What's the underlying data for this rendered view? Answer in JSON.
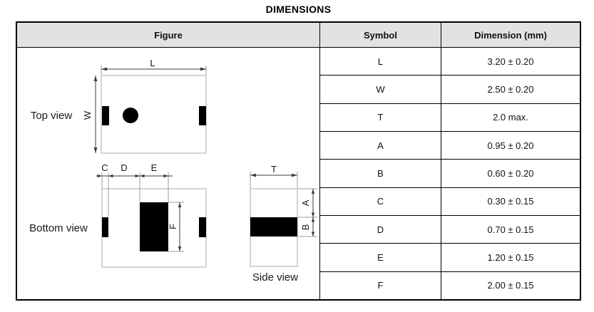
{
  "title": "DIMENSIONS",
  "table": {
    "headers": {
      "figure": "Figure",
      "symbol": "Symbol",
      "dimension": "Dimension (mm)"
    },
    "rows": [
      {
        "symbol": "L",
        "dimension": "3.20 ± 0.20"
      },
      {
        "symbol": "W",
        "dimension": "2.50 ± 0.20"
      },
      {
        "symbol": "T",
        "dimension": "2.0 max."
      },
      {
        "symbol": "A",
        "dimension": "0.95 ± 0.20"
      },
      {
        "symbol": "B",
        "dimension": "0.60 ± 0.20"
      },
      {
        "symbol": "C",
        "dimension": "0.30 ± 0.15"
      },
      {
        "symbol": "D",
        "dimension": "0.70 ± 0.15"
      },
      {
        "symbol": "E",
        "dimension": "1.20 ± 0.15"
      },
      {
        "symbol": "F",
        "dimension": "2.00 ± 0.15"
      }
    ]
  },
  "figure": {
    "views": {
      "top": "Top view",
      "bottom": "Bottom view",
      "side": "Side view"
    },
    "labels": {
      "L": "L",
      "W": "W",
      "C": "C",
      "D": "D",
      "E": "E",
      "F": "F",
      "T": "T",
      "A": "A",
      "B": "B"
    }
  },
  "colors": {
    "header_bg": "#e2e2e2",
    "table_border": "#000000",
    "outline_gray": "#a8a8a8",
    "dimension_line": "#3c3c3c",
    "pad_fill": "#000000"
  }
}
